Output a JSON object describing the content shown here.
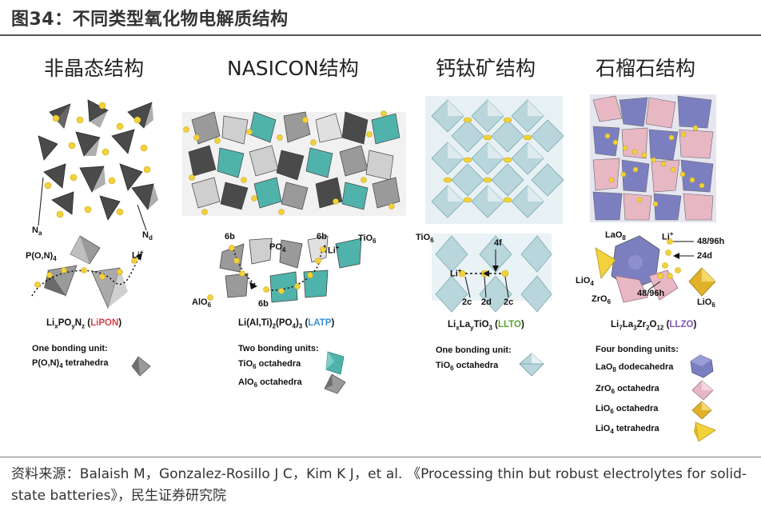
{
  "figure_title": "图34：不同类型氧化物电解质结构",
  "panels": [
    {
      "title": "非晶态结构",
      "labels": {
        "na": "N",
        "na_sub": "a",
        "nd": "N",
        "nd_sub": "d",
        "unit": "P(O,N)",
        "unit_sub": "4",
        "li": "Li",
        "li_sup": "+"
      },
      "formula": {
        "p1": "Li",
        "s1": "x",
        "p2": "PO",
        "s2": "y",
        "p3": "N",
        "s3": "z",
        "abbr": "LiPON"
      },
      "bonding_title": "One bonding unit:",
      "bonding_items": [
        {
          "pre": "P(O,N)",
          "sub": "4",
          "post": " tetrahedra"
        }
      ]
    },
    {
      "title": "NASICON结构",
      "labels": {
        "b6_1": "6b",
        "po4": "PO",
        "po4_sub": "4",
        "b6_2": "6b",
        "tio6": "TiO",
        "tio6_sub": "6",
        "li": "Li",
        "li_sup": "+",
        "alo6": "AlO",
        "alo6_sub": "6",
        "b6_3": "6b"
      },
      "formula": {
        "text": "Li(Al,Ti)",
        "s1": "2",
        "p2": "(PO",
        "s2": "4",
        "p3": ")",
        "s3": "3",
        "abbr": "LATP"
      },
      "bonding_title": "Two bonding units:",
      "bonding_items": [
        {
          "pre": "TiO",
          "sub": "6",
          "post": " octahedra"
        },
        {
          "pre": "AlO",
          "sub": "6",
          "post": " octahedra"
        }
      ]
    },
    {
      "title": "钙钛矿结构",
      "labels": {
        "tio6": "TiO",
        "tio6_sub": "6",
        "f4": "4f",
        "li": "Li",
        "li_sup": "+",
        "c2a": "2c",
        "d2": "2d",
        "c2b": "2c"
      },
      "formula": {
        "p1": "Li",
        "s1": "x",
        "p2": "La",
        "s2": "y",
        "p3": "TiO",
        "s3": "3",
        "abbr": "LLTO"
      },
      "bonding_title": "One bonding unit:",
      "bonding_items": [
        {
          "pre": "TiO",
          "sub": "6",
          "post": " octahedra"
        }
      ]
    },
    {
      "title": "石榴石结构",
      "labels": {
        "lao8": "LaO",
        "lao8_sub": "8",
        "li": "Li",
        "li_sup": "+",
        "h48a": "48/96h",
        "d24": "24d",
        "lio4": "LiO",
        "lio4_sub": "4",
        "zro6": "ZrO",
        "zro6_sub": "6",
        "h48b": "48/96h",
        "lio6": "LiO",
        "lio6_sub": "6"
      },
      "formula": {
        "p1": "Li",
        "s1": "7",
        "p2": "La",
        "s2": "3",
        "p3": "Zr",
        "s3": "2",
        "p4": "O",
        "s4": "12",
        "abbr": "LLZO"
      },
      "bonding_title": "Four bonding units:",
      "bonding_items": [
        {
          "pre": "LaO",
          "sub": "8",
          "post": " dodecahedra"
        },
        {
          "pre": "ZrO",
          "sub": "6",
          "post": " octahedra"
        },
        {
          "pre": "LiO",
          "sub": "6",
          "post": " octahedra"
        },
        {
          "pre": "LiO",
          "sub": "4",
          "post": " tetrahedra"
        }
      ]
    }
  ],
  "source_text": "资料来源：Balaish M，Gonzalez-Rosillo J C，Kim K J，et al. 《Processing thin but robust electrolytes for solid-state batteries》，民生证券研究院",
  "colors": {
    "li_ion": "#f2d23a",
    "dark_tetra": "#4a4a4a",
    "grey_tetra": "#9a9a9a",
    "teal_octa": "#4fb3ac",
    "lightblue_octa": "#b9d6dc",
    "lao8": "#7c7fbf",
    "zro6": "#e7b7c4",
    "lio6": "#e0b22a",
    "lio4": "#f2d23a"
  },
  "icons": [
    "grey-tetrahedron-icon",
    "teal-octahedron-icon",
    "grey-octahedron-icon",
    "lightblue-octahedron-icon",
    "purple-dodecahedron-icon",
    "pink-octahedron-icon",
    "gold-octahedron-icon",
    "yellow-tetrahedron-icon"
  ]
}
